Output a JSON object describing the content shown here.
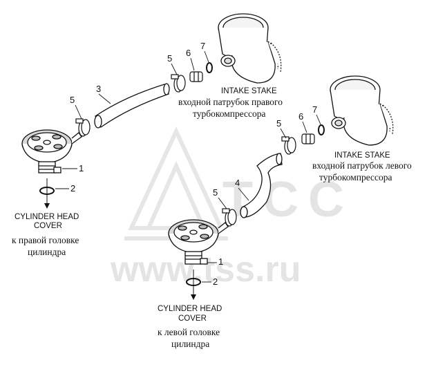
{
  "watermark": {
    "logo_text": "TCC",
    "site": "www.tss.ru"
  },
  "callouts": {
    "right_bank": {
      "p1": "1",
      "p2": "2",
      "p3": "3",
      "p5a": "5",
      "p5b": "5",
      "p6": "6",
      "p7": "7"
    },
    "left_bank": {
      "p1": "1",
      "p2": "2",
      "p4": "4",
      "p5a": "5",
      "p5b": "5",
      "p6": "6",
      "p7": "7"
    }
  },
  "labels": {
    "intake_right": {
      "en": "INTAKE STAKE",
      "ru_1": "входной патрубок правого",
      "ru_2": "турбокомпрессора"
    },
    "intake_left": {
      "en": "INTAKE STAKE",
      "ru_1": "входной патрубок левого",
      "ru_2": "турбокомпрессора"
    },
    "head_right": {
      "en_1": "CYLINDER HEAD",
      "en_2": "COVER",
      "ru_1": "к правой головке",
      "ru_2": "цилиндра"
    },
    "head_left": {
      "en_1": "CYLINDER HEAD",
      "en_2": "COVER",
      "ru_1": "к левой головке",
      "ru_2": "цилиндра"
    }
  },
  "colors": {
    "line": "#111111",
    "shade": "#cfcfcf",
    "watermark": "#e4e4e4"
  }
}
